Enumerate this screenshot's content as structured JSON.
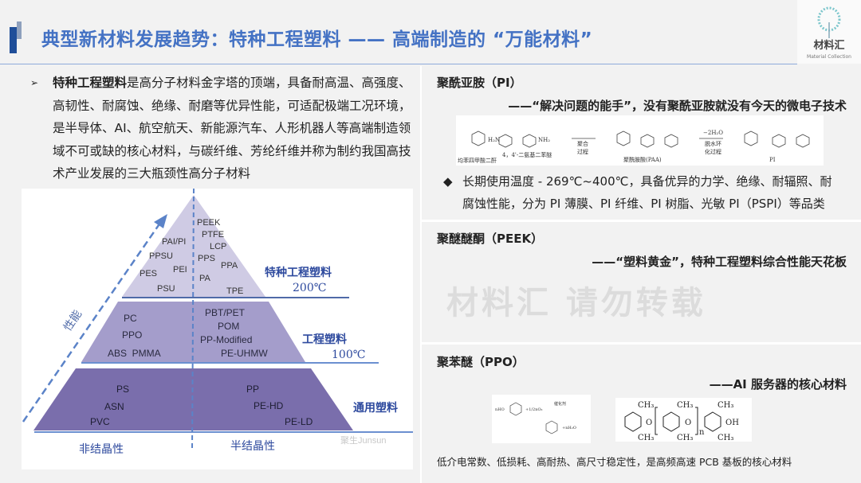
{
  "header": {
    "title": "典型新材料发展趋势：特种工程塑料 —— 高端制造的 “万能材料”",
    "logo_name": "材料汇",
    "logo_sub": "Material Collection"
  },
  "intro": {
    "bold": "特种工程塑料",
    "text": "是高分子材料金字塔的顶端，具备耐高温、高强度、高韧性、耐腐蚀、绝缘、耐磨等优异性能，可适配极端工况环境，是半导体、AI、航空航天、新能源汽车、人形机器人等高端制造领域不可或缺的核心材料，与碳纤维、芳纶纤维并称为制约我国高技术产业发展的三大瓶颈性高分子材料"
  },
  "pyramid": {
    "axis_label": "性能",
    "tiers": [
      {
        "name": "特种工程塑料",
        "temp": "200℃",
        "items": [
          "PEEK",
          "PAI/PI",
          "PTFE",
          "PPSU",
          "LCP",
          "PEI",
          "PPS",
          "PES",
          "PPA",
          "PA",
          "PSU",
          "TPE"
        ]
      },
      {
        "name": "工程塑料",
        "temp": "100℃",
        "items": [
          "PC",
          "PPO",
          "ABS  PMMA",
          "PBT/PET",
          "POM",
          "PP-Modified",
          "PE-UHMW"
        ]
      },
      {
        "name": "通用塑料",
        "items": [
          "PS",
          "ASN",
          "PVC",
          "PP",
          "PE-HD",
          "PE-LD"
        ]
      }
    ],
    "bottom_left": "非结晶性",
    "bottom_right": "半结晶性",
    "watermark": "聚生Junsun"
  },
  "pi": {
    "title": "聚酰亚胺（PI）",
    "subtitle": "——“解决问题的能手”，没有聚酰亚胺就没有今天的微电子技术",
    "chem": {
      "l1": "均苯四甲酸二酐",
      "l2": "4，4'-二氨基二苯醚",
      "l3": "聚合",
      "l4": "过程",
      "l5": "聚酰胺酸(PAA)",
      "l6": "−2H₂O",
      "l7": "脱水环",
      "l8": "化过程",
      "l9": "PI",
      "h2n": "H₂N",
      "nh2": "NH₂"
    },
    "bullet": "◆",
    "line1": "长期使用温度 - 269℃~400℃，具备优异的力学、绝缘、耐辐照、耐",
    "line2": "腐蚀性能，分为 PI 薄膜、PI 纤维、PI 树脂、光敏 PI（PSPI）等品类"
  },
  "peek": {
    "title": "聚醚醚酮（PEEK）",
    "subtitle": "——“塑料黄金”，特种工程塑料综合性能天花板"
  },
  "ppo": {
    "title": "聚苯醚（PPO）",
    "subtitle": "——AI 服务器的核心材料",
    "watermark": "材料汇 请勿转载",
    "chem": {
      "ch3": "CH₃",
      "o": "O",
      "oh": "OH",
      "n": "n",
      "r1": "nHO",
      "r2": "+1/2nO₂",
      "r3": "催化剂",
      "r4": "+nH₂O"
    },
    "desc": "低介电常数、低损耗、高耐热、高尺寸稳定性，是高频高速 PCB 基板的核心材料"
  },
  "colors": {
    "title": "#4472c4",
    "tier1": "#cfcbe4",
    "tier2": "#a49dcb",
    "tier3": "#7a6eac",
    "label": "#2e4a9e"
  }
}
